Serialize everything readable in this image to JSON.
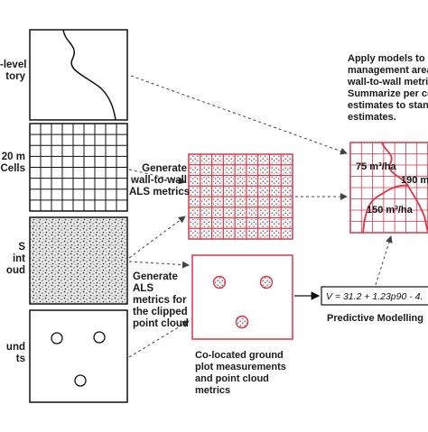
{
  "left_labels": {
    "stand": [
      "-level",
      "tory"
    ],
    "cells": [
      "20 m",
      "Cells"
    ],
    "als": [
      "S",
      "int",
      "oud"
    ],
    "ground": [
      "und",
      "ts"
    ]
  },
  "mid_labels": {
    "generate_wall": [
      "Generate",
      "wall-to-wall",
      "ALS metrics"
    ],
    "generate_als": [
      "Generate",
      "ALS",
      "metrics for",
      "the clipped",
      "point cloud"
    ],
    "colocated": [
      "Co-located ground",
      "plot measurements",
      "and point cloud",
      "metrics"
    ]
  },
  "right_text": [
    "Apply models to e",
    "management area",
    "wall-to-wall metric",
    "Summarize per ce",
    "estimates to stanc",
    "estimates."
  ],
  "map_labels": {
    "v1": "75 m³/ha",
    "v2": "190 m",
    "v3": "150 m³/ha"
  },
  "equation": "V = 31.2 + 1.23p90 - 4.",
  "predictive_label": "Predictive Modelling",
  "colors": {
    "accent": "#d9364a",
    "line": "#111111",
    "dash": "#444444"
  }
}
